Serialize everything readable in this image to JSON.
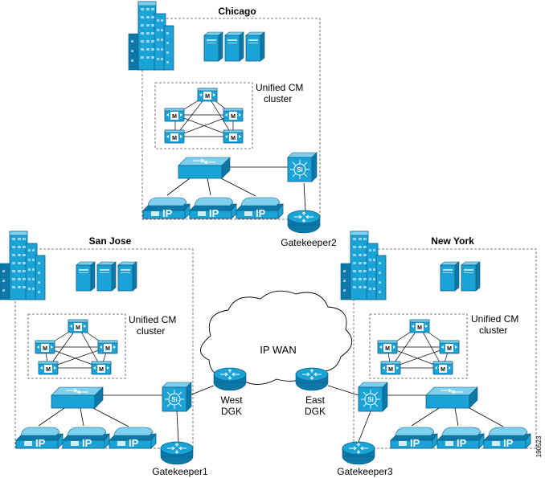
{
  "sites": {
    "chicago": "Chicago",
    "san_jose": "San Jose",
    "new_york": "New York"
  },
  "cluster_label": [
    "Unified CM",
    "cluster"
  ],
  "wan": {
    "cloud": "IP WAN",
    "west_dgk": [
      "West",
      "DGK"
    ],
    "east_dgk": [
      "East",
      "DGK"
    ]
  },
  "gatekeepers": {
    "gk1": "Gatekeeper1",
    "gk2": "Gatekeeper2",
    "gk3": "Gatekeeper3"
  },
  "phone_label": "IP",
  "server_label": "M",
  "switch_label": "Si",
  "figure_id": "190523",
  "icons": [
    "building-icon",
    "server-icon",
    "call-manager-icon",
    "lan-switch-icon",
    "multilayer-switch-icon",
    "router-icon",
    "ip-phone-icon",
    "cloud-icon"
  ],
  "colors": {
    "device_blue": "#1aa3d6",
    "dashed_box": "#555555"
  }
}
